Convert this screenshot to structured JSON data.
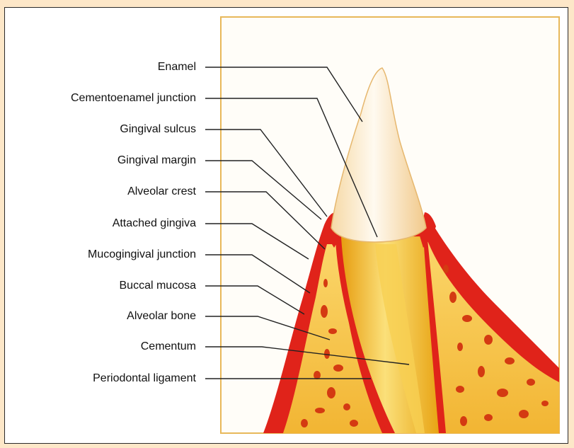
{
  "diagram": {
    "labels": [
      "Enamel",
      "Cementoenamel junction",
      "Gingival sulcus",
      "Gingival margin",
      "Alveolar crest",
      "Attached gingiva",
      "Mucogingival junction",
      "Buccal mucosa",
      "Alveolar bone",
      "Cementum",
      "Periodontal ligament"
    ],
    "colors": {
      "page_background": "#fde7c8",
      "panel_border": "#e8b85a",
      "enamel": "#fdf3dc",
      "root_dentin": "#f2b21c",
      "gingiva": "#e0231a",
      "bone": "#f7c64a",
      "marrow": "#d43a12",
      "leader_line": "#222222"
    }
  }
}
